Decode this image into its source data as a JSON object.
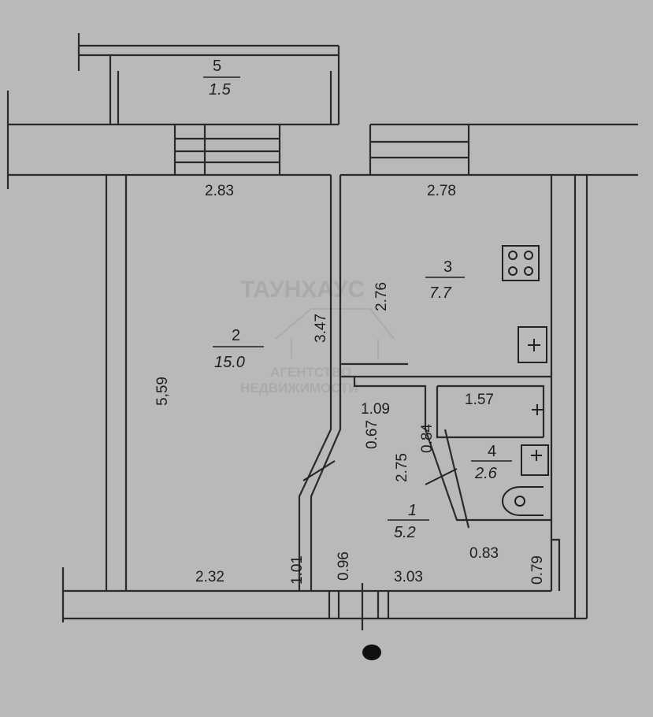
{
  "plan": {
    "rooms": [
      {
        "number": "5",
        "area": "1.5"
      },
      {
        "number": "2",
        "area": "15.0"
      },
      {
        "number": "3",
        "area": "7.7"
      },
      {
        "number": "4",
        "area": "2.6"
      },
      {
        "number": "1",
        "area": "5.2"
      }
    ],
    "dimensions": {
      "d_2_83": "2.83",
      "d_2_78": "2.78",
      "d_2_76": "2.76",
      "d_3_47": "3.47",
      "d_5_59": "5,59",
      "d_1_09": "1.09",
      "d_1_57": "1.57",
      "d_0_67": "0.67",
      "d_0_84": "0.84",
      "d_2_75": "2.75",
      "d_1_01": "1.01",
      "d_0_96": "0.96",
      "d_0_83": "0.83",
      "d_0_79": "0.79",
      "d_2_32": "2.32",
      "d_3_03": "3.03"
    },
    "watermark": {
      "name": "ТАУНХАУС",
      "line1": "АГЕНТСТВО",
      "line2": "НЕДВИЖИМОСТИ"
    }
  }
}
